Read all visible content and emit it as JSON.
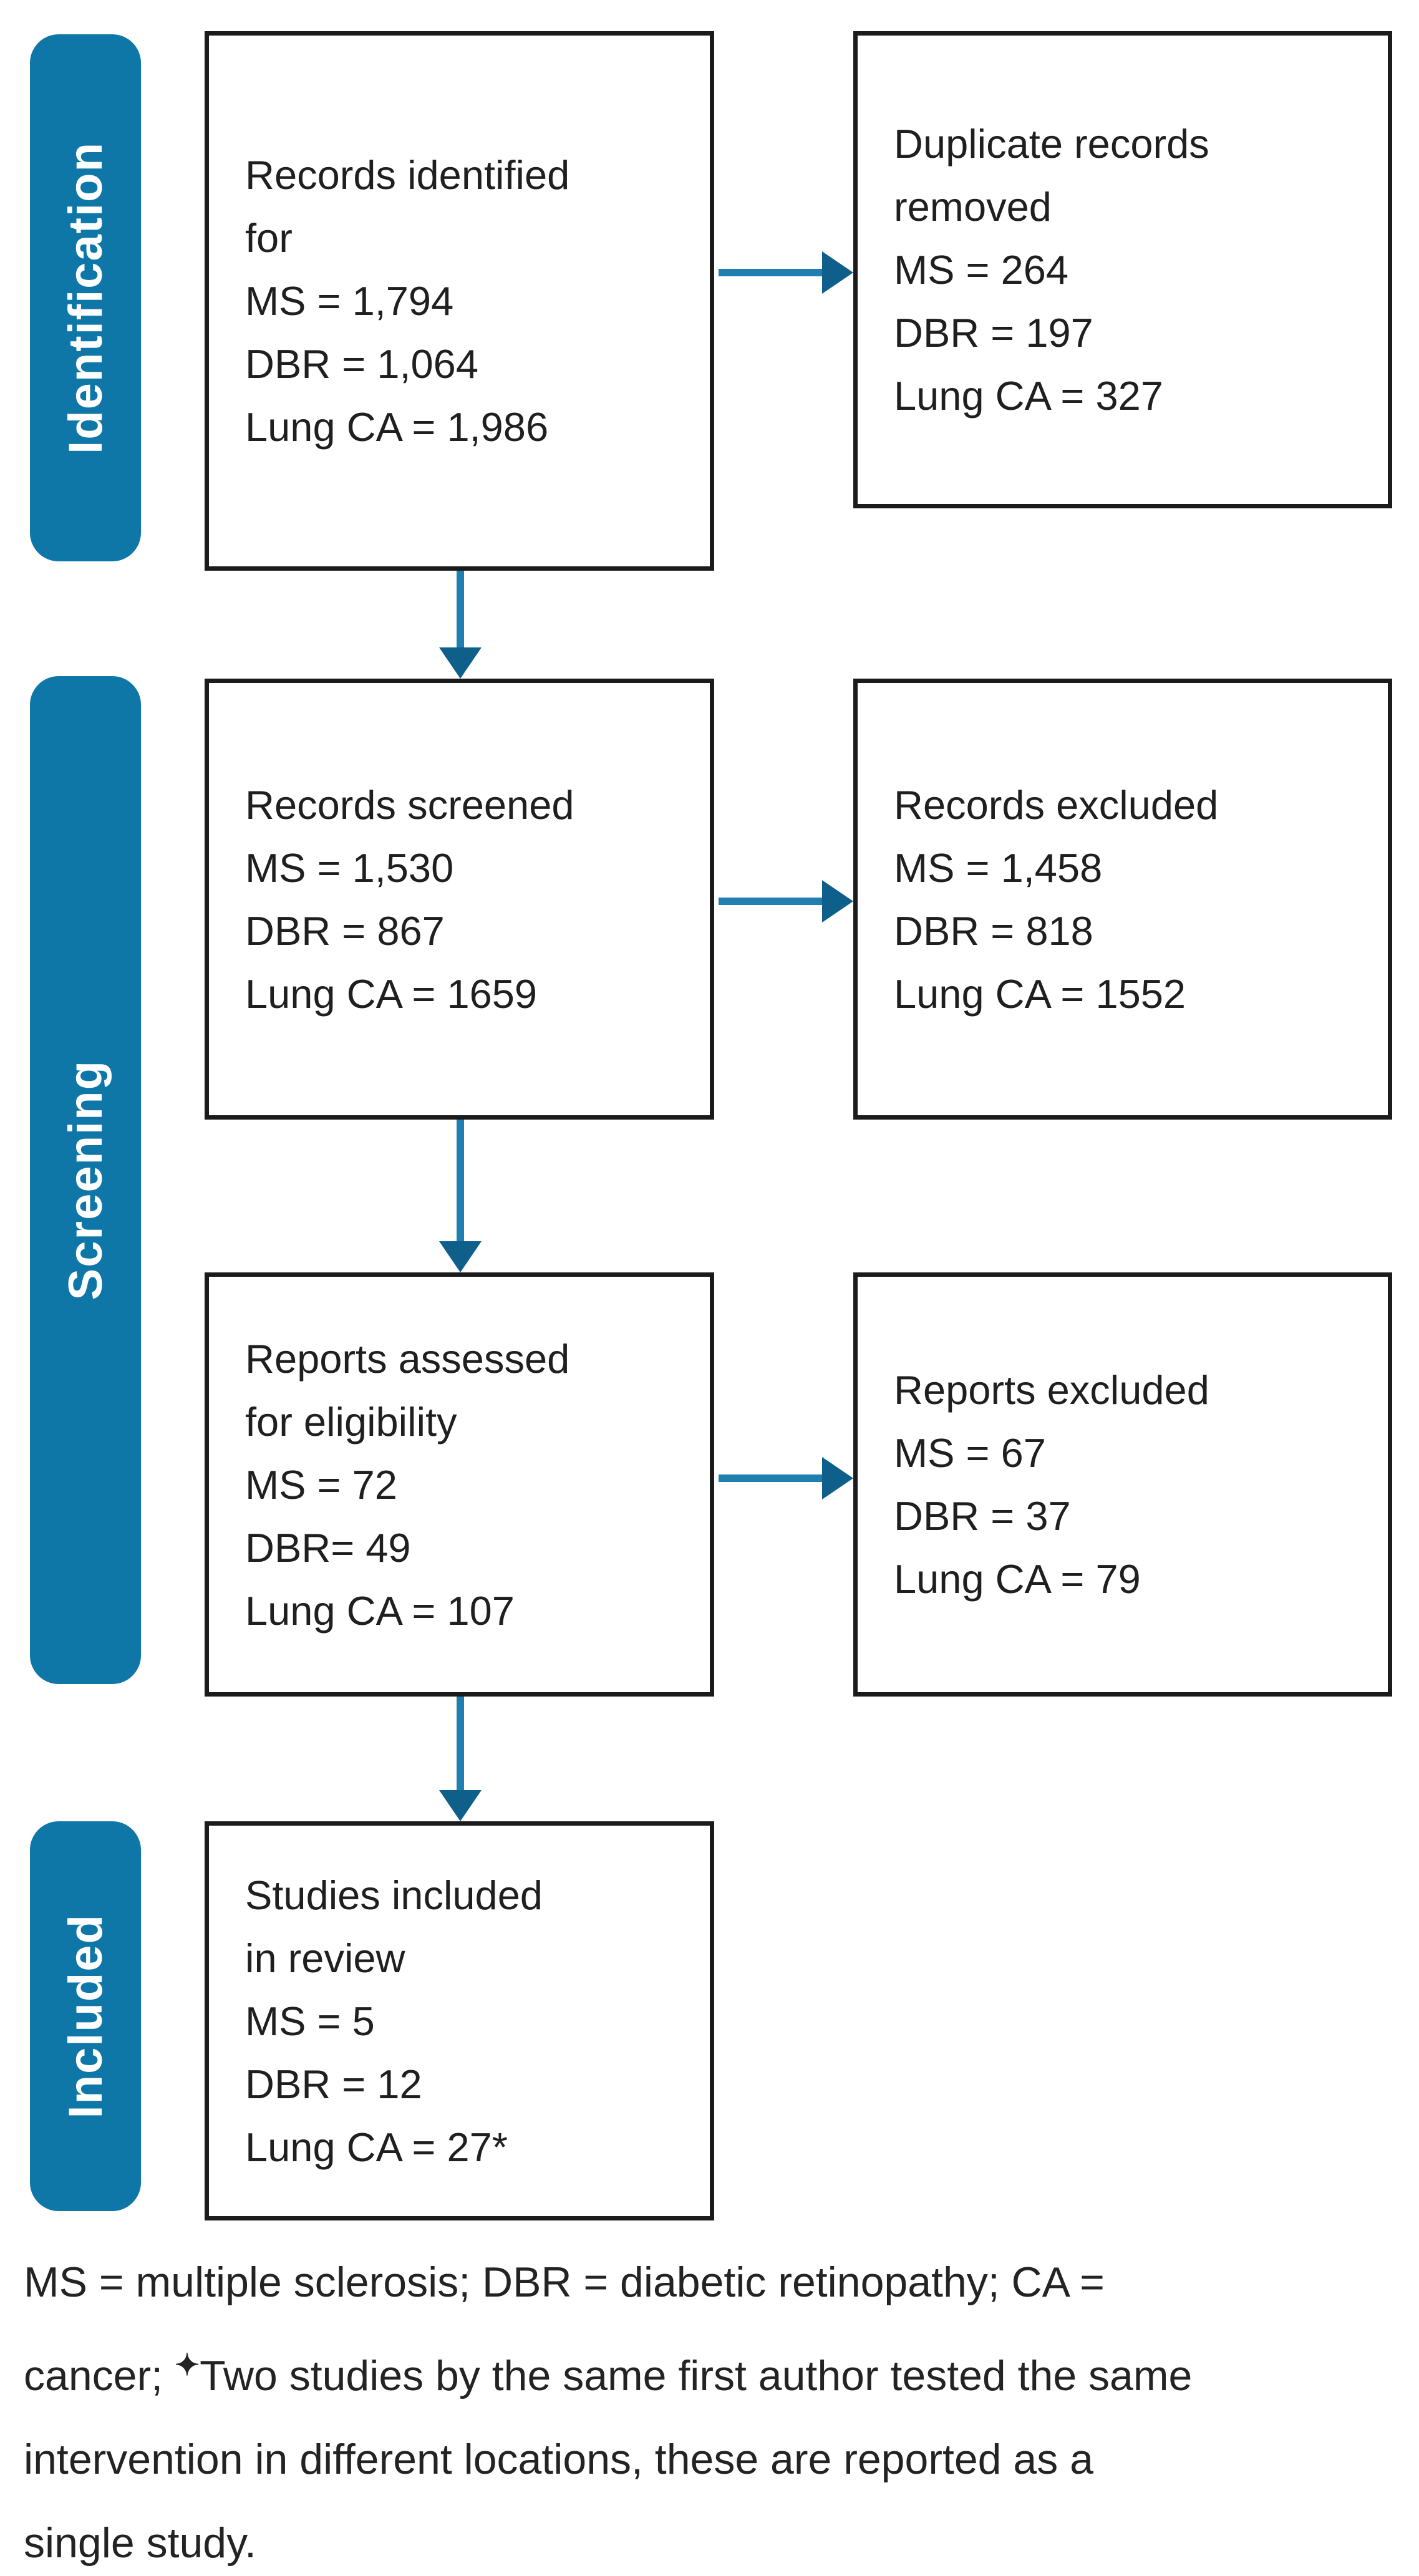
{
  "stages": [
    {
      "label": "Identification"
    },
    {
      "label": "Screening"
    },
    {
      "label": "Included"
    }
  ],
  "boxes": {
    "identified": {
      "lines": [
        "Records identified",
        "for",
        "MS = 1,794",
        "DBR = 1,064",
        "Lung CA = 1,986"
      ]
    },
    "duplicates_removed": {
      "lines": [
        "Duplicate records",
        "removed",
        "MS = 264",
        "DBR = 197",
        "Lung CA = 327"
      ]
    },
    "screened": {
      "lines": [
        "Records screened",
        "MS = 1,530",
        "DBR = 867",
        "Lung CA = 1659"
      ]
    },
    "records_excluded": {
      "lines": [
        "Records excluded",
        "MS = 1,458",
        "DBR = 818",
        "Lung CA = 1552"
      ]
    },
    "assessed": {
      "lines": [
        "Reports assessed",
        "for eligibility",
        "MS = 72",
        "DBR= 49",
        "Lung CA = 107"
      ]
    },
    "reports_excluded": {
      "lines": [
        "Reports excluded",
        "MS = 67",
        "DBR = 37",
        "Lung CA = 79"
      ]
    },
    "included_studies": {
      "lines": [
        "Studies included",
        "in review",
        "MS = 5",
        "DBR = 12",
        "Lung CA = 27*"
      ]
    }
  },
  "footnote": {
    "line1": "MS = multiple sclerosis; DBR = diabetic retinopathy; CA =",
    "line2_pre": "cancer; ",
    "line2_marker": "✦",
    "line2_post": "Two studies by the same first author tested the same",
    "line3": "intervention in different locations, these are reported as a",
    "line4": "single study."
  },
  "colors": {
    "stage_fill": "#0f76a8",
    "stage_text": "#ffffff",
    "arrow_shaft": "#1e7fb0",
    "arrow_head": "#0e5f8a",
    "box_border": "#1b1b1b",
    "box_text": "#1f1f1f",
    "background": "#ffffff"
  }
}
